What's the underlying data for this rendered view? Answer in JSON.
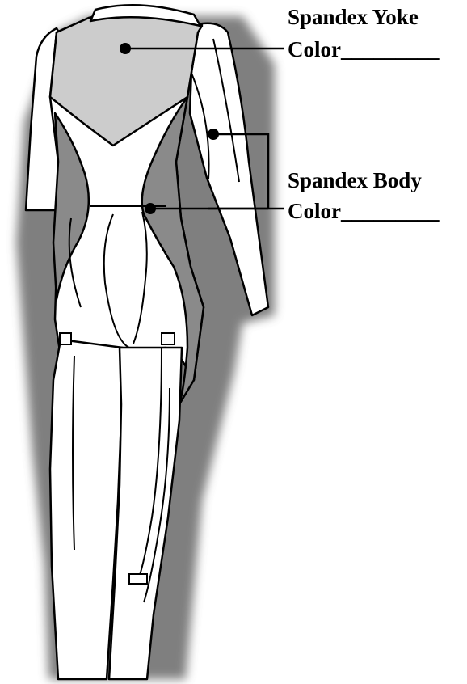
{
  "callouts": {
    "yoke": {
      "label_line1": "Spandex Yoke",
      "label_line2": "Color",
      "blank": "_________"
    },
    "body": {
      "label_line1": "Spandex Body",
      "label_line2": "Color",
      "blank": "_________"
    }
  },
  "colors": {
    "outline": "#000000",
    "suit_fill": "#ffffff",
    "yoke_fill": "#cccccc",
    "side_panel_fill": "#8a8a8a",
    "shadow": "#555555"
  }
}
